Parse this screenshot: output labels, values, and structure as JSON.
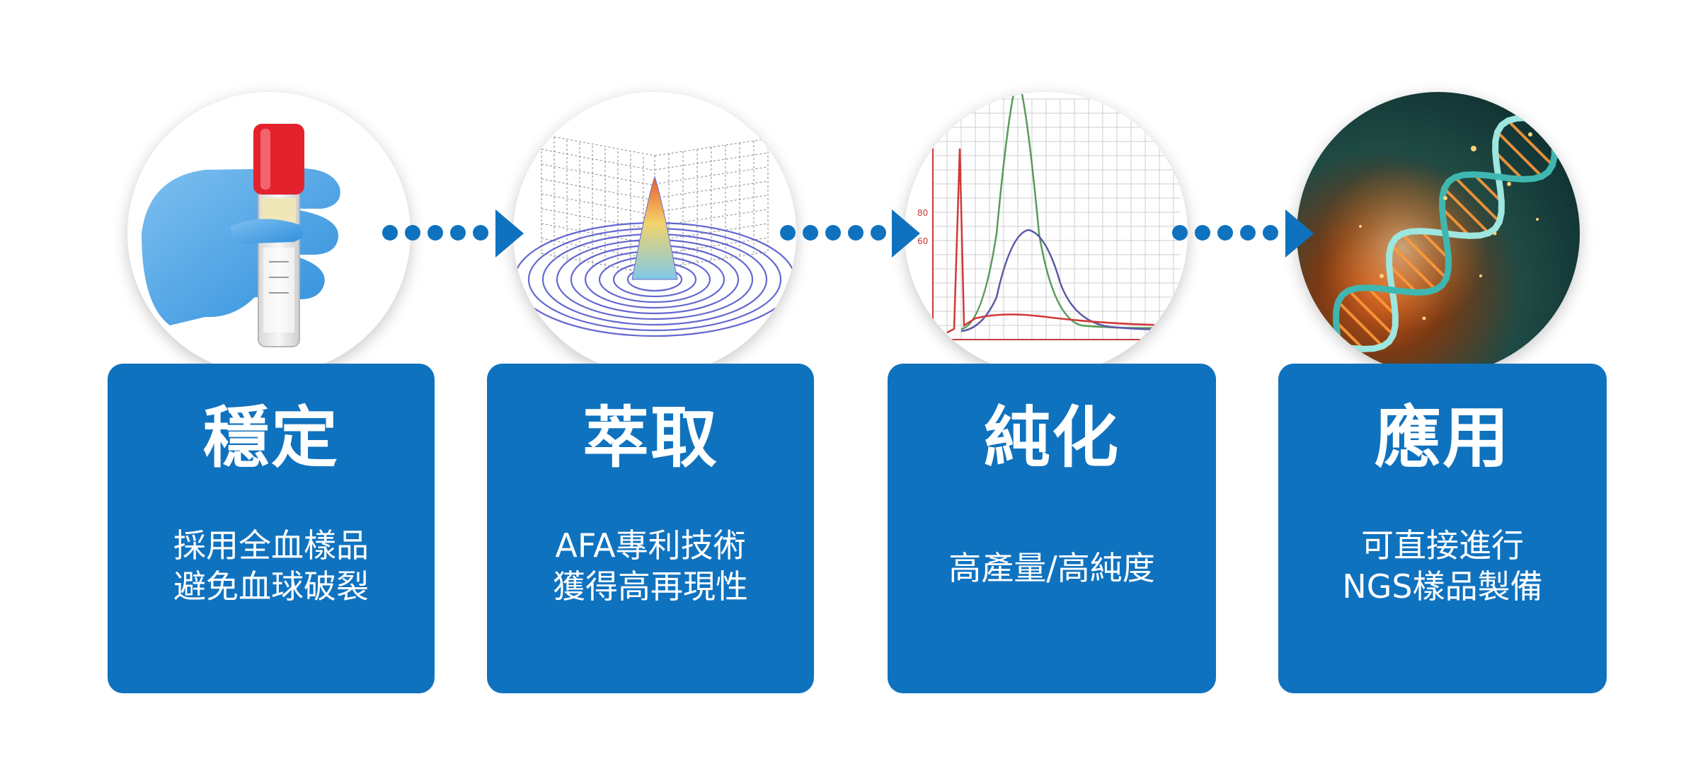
{
  "accent_color": "#0f72bf",
  "steps": [
    {
      "title": "穩定",
      "lines": [
        "採用全血樣品",
        "避免血球破裂"
      ],
      "image": "blood-collection-tube-illustration"
    },
    {
      "title": "萃取",
      "lines": [
        "AFA專利技術",
        "獲得高再現性"
      ],
      "image": "3d-wave-surface-plot-illustration"
    },
    {
      "title": "純化",
      "lines": [
        "高產量/高純度"
      ],
      "image": "chromatogram-peaks-illustration"
    },
    {
      "title": "應用",
      "lines": [
        "可直接進行",
        "NGS樣品製備"
      ],
      "image": "dna-helix-illustration"
    }
  ],
  "connectors": [
    {
      "icon": "dotted-arrow-icon"
    },
    {
      "icon": "dotted-arrow-icon"
    },
    {
      "icon": "dotted-arrow-icon"
    }
  ]
}
